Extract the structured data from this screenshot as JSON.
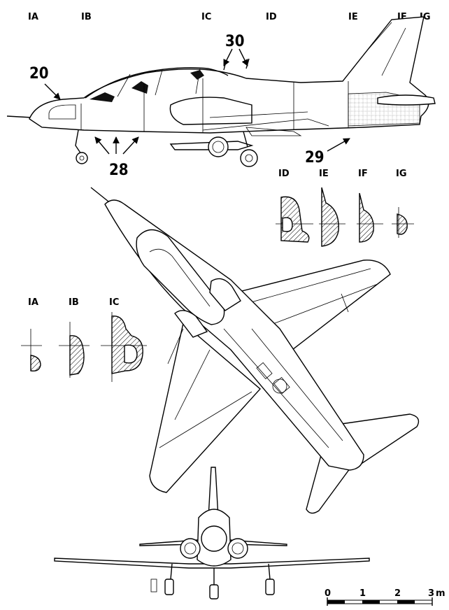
{
  "station_labels": [
    "IA",
    "IB",
    "IC",
    "ID",
    "IE",
    "IF",
    "IG"
  ],
  "callouts": {
    "c20": "20",
    "c30": "30",
    "c28": "28",
    "c29": "29"
  },
  "section_top": [
    "ID",
    "IE",
    "IF",
    "IG"
  ],
  "section_left": [
    "IA",
    "IB",
    "IC"
  ],
  "scale_bar": {
    "ticks": [
      "0",
      "1",
      "2",
      "3"
    ],
    "unit": "m"
  }
}
